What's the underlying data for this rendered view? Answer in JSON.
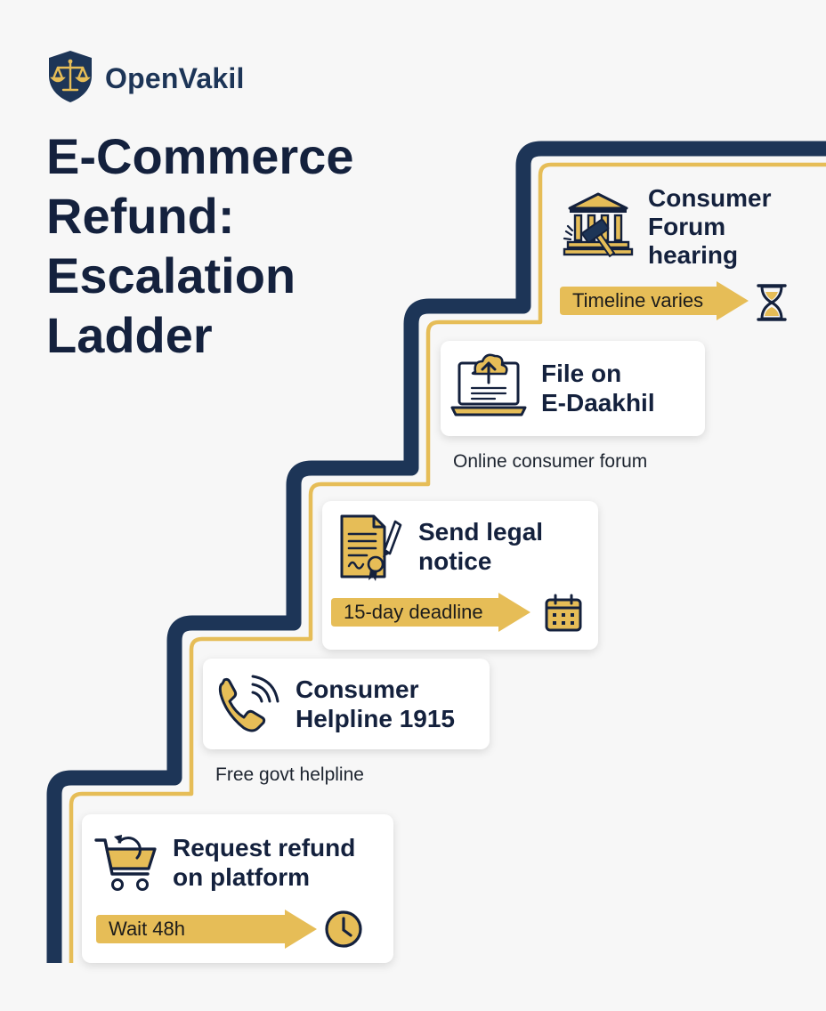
{
  "brand": {
    "name": "OpenVakil",
    "logo_icon": "scales-shield-icon"
  },
  "title_lines": [
    "E-Commerce",
    "Refund:",
    "Escalation",
    "Ladder"
  ],
  "colors": {
    "navy": "#1d3557",
    "gold": "#e6bd57",
    "text": "#14213d",
    "background": "#f7f7f7"
  },
  "steps": [
    {
      "title_lines": [
        "Request refund",
        "on platform"
      ],
      "icon": "shopping-cart-return-icon",
      "pill_label": "Wait 48h",
      "pill_icon": "clock-icon"
    },
    {
      "title_lines": [
        "Consumer",
        "Helpline 1915"
      ],
      "icon": "phone-ringing-icon",
      "note": "Free govt helpline"
    },
    {
      "title_lines": [
        "Send legal",
        "notice"
      ],
      "icon": "legal-document-icon",
      "pill_label": "15-day deadline",
      "pill_icon": "calendar-icon"
    },
    {
      "title_lines": [
        "File on",
        "E-Daakhil"
      ],
      "icon": "laptop-upload-icon",
      "note": "Online consumer forum"
    },
    {
      "title_lines": [
        "Consumer",
        "Forum",
        "hearing"
      ],
      "icon": "courthouse-gavel-icon",
      "pill_label": "Timeline varies",
      "pill_icon": "hourglass-icon"
    }
  ]
}
